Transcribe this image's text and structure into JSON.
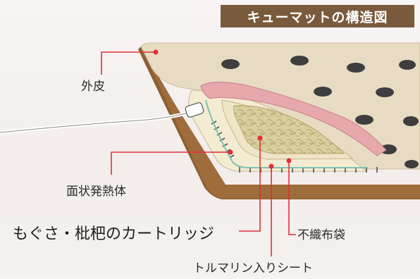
{
  "title": "キューマットの構造図",
  "labels": {
    "outer_skin": "外皮",
    "heating_element": "面状発熱体",
    "cartridge": "もぐさ・枇杷のカートリッジ",
    "nonwoven_bag": "不織布袋",
    "tourmaline_sheet": "トルマリン入りシート"
  },
  "colors": {
    "title_bg": "#7a5a3c",
    "outer_skin": "#e8dcc4",
    "mat_base": "#9b6a3a",
    "spots": "#3f3f41",
    "pink_layer": "#e6a7ad",
    "moxa_fill": "#d9cfa0",
    "leader_line": "#e0303b"
  }
}
